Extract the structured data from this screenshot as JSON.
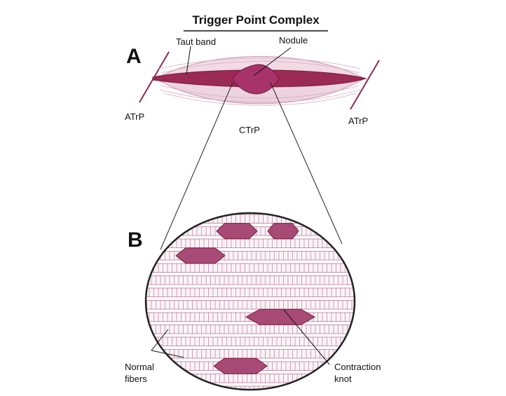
{
  "title": "Trigger Point Complex",
  "panels": {
    "a": "A",
    "b": "B"
  },
  "labels": {
    "taut_band": "Taut band",
    "nodule": "Nodule",
    "atrp_left": "ATrP",
    "atrp_right": "ATrP",
    "ctrp": "CTrP",
    "normal_fibers_line1": "Normal",
    "normal_fibers_line2": "fibers",
    "contraction_knot_line1": "Contraction",
    "contraction_knot_line2": "knot"
  },
  "colors": {
    "band": "#9b2a55",
    "band_dark": "#7a1a3d",
    "fiber_light": "#e7c8d6",
    "fiber_line": "#b06a8a",
    "knot": "#a84a76",
    "outline": "#222222"
  }
}
